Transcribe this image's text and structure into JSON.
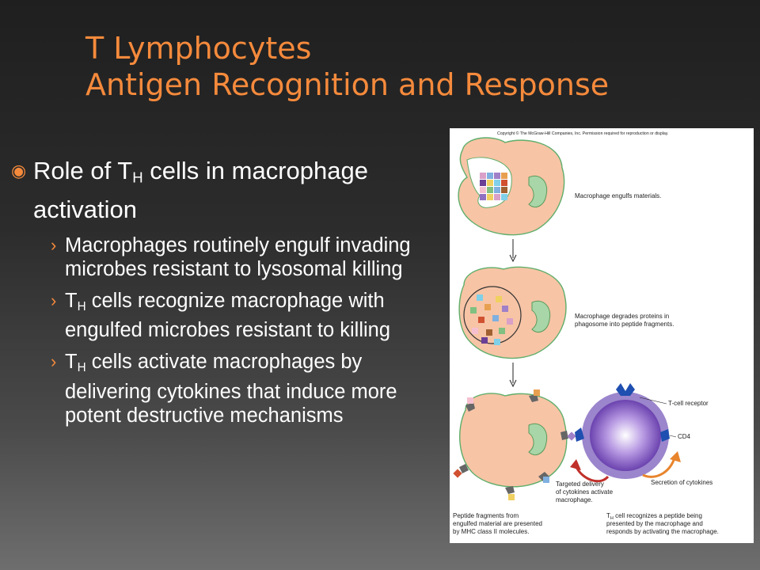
{
  "slide": {
    "title_line1": "T Lymphocytes",
    "title_line2": "Antigen Recognition and Response"
  },
  "bullets": {
    "main": {
      "pre": "Role of T",
      "sub": "H",
      "post": " cells in macrophage activation"
    },
    "items": [
      {
        "pre": "Macrophages routinely engulf invading microbes resistant to lysosomal killing",
        "sub": "",
        "post": ""
      },
      {
        "pre": "T",
        "sub": "H",
        "post": " cells recognize macrophage with engulfed microbes resistant to killing"
      },
      {
        "pre": "T",
        "sub": "H",
        "post": " cells activate macrophages by delivering cytokines that induce more potent destructive mechanisms"
      }
    ]
  },
  "figure": {
    "copyright": "Copyright © The McGraw-Hill Companies, Inc. Permission required for reproduction or display.",
    "step1": "Macrophage engulfs materials.",
    "step2_line1": "Macrophage degrades proteins in",
    "step2_line2": "phagosome into peptide fragments.",
    "tcr_label": "T-cell receptor",
    "cd4_label": "CD4",
    "secretion_label": "Secretion of cytokines",
    "targeted_line1": "Targeted delivery",
    "targeted_line2": "of cytokines activate",
    "targeted_line3": "macrophage.",
    "peptide_line1": "Peptide fragments from",
    "peptide_line2": "engulfed material are presented",
    "peptide_line3": "by MHC class II molecules.",
    "th_line1_pre": "T",
    "th_line1_sub": "H",
    "th_line1_post": " cell recognizes a peptide being",
    "th_line2": "presented by the macrophage and",
    "th_line3": "responds by activating the macrophage."
  },
  "colors": {
    "title": "#f58a3c",
    "bullet_mark": "#f58a3c",
    "text": "#ffffff",
    "cell_fill": "#f7c4a6",
    "tcell": "#8a5ec9"
  }
}
